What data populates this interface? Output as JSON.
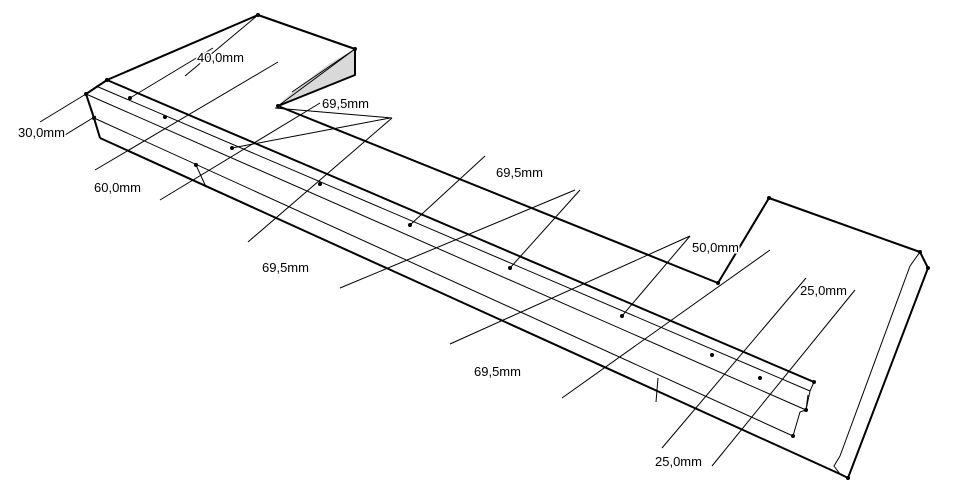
{
  "colors": {
    "background": "#ffffff",
    "edge": "#000000",
    "shaded_face": "#d9d9d9"
  },
  "dimensions": {
    "d_30": "30,0mm",
    "d_40": "40,0mm",
    "d_60": "60,0mm",
    "d_69_top_left": "69,5mm",
    "d_69_top_mid": "69,5mm",
    "d_69_bottom_left": "69,5mm",
    "d_69_bottom_mid": "69,5mm",
    "d_50": "50,0mm",
    "d_25_right": "25,0mm",
    "d_25_bottom": "25,0mm"
  }
}
